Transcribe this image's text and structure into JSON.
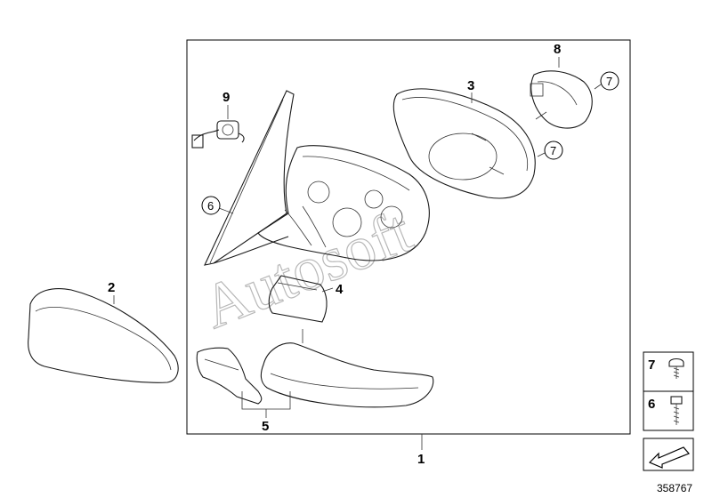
{
  "callouts": {
    "c1": "1",
    "c2": "2",
    "c3": "3",
    "c4": "4",
    "c5": "5",
    "c6": "6",
    "c7a": "7",
    "c7b": "7",
    "c8": "8",
    "c9": "9"
  },
  "legend": {
    "item7": "7",
    "item6": "6"
  },
  "diagram_number": "358767",
  "watermark": "Autosoft"
}
